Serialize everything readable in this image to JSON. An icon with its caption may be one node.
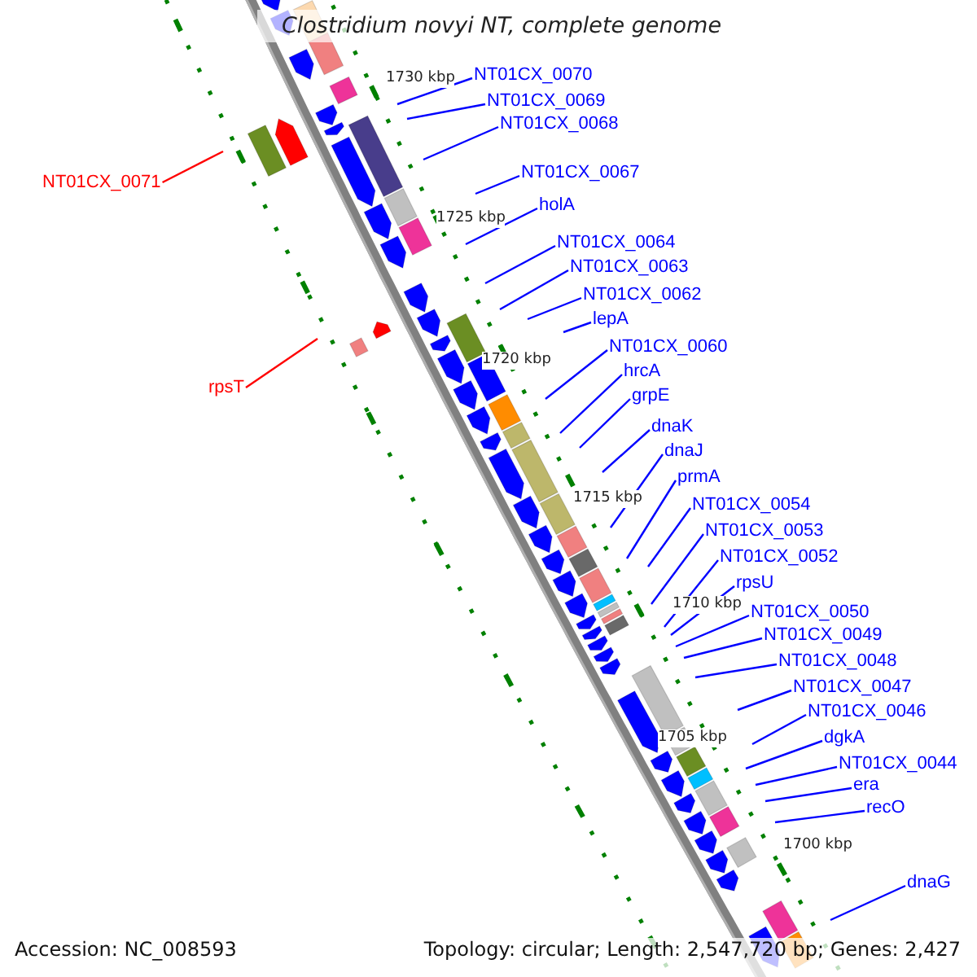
{
  "diagram": {
    "title": "Clostridium novyi NT, complete genome",
    "nodes": [
      {
        "text": [
          "NT01CX_0070"
        ]
      },
      {
        "text": [
          "NT01CX_0069"
        ]
      },
      {
        "text": [
          "NT01CX_0068"
        ]
      },
      {
        "text": [
          "NT01CX_0071"
        ]
      },
      {
        "text": [
          "NT01CX_0067"
        ]
      },
      {
        "text": [
          "holA"
        ]
      },
      {
        "text": [
          "NT01CX_0064"
        ]
      },
      {
        "text": [
          "NT01CX_0063"
        ]
      },
      {
        "text": [
          "NT01CX_0062"
        ]
      },
      {
        "text": [
          "lepA"
        ]
      },
      {
        "text": [
          "rpsT"
        ]
      },
      {
        "text": [
          "NT01CX_0060"
        ]
      },
      {
        "text": [
          "hrcA"
        ]
      },
      {
        "text": [
          "grpE"
        ]
      },
      {
        "text": [
          "dnaK"
        ]
      },
      {
        "text": [
          "dnaJ"
        ]
      },
      {
        "text": [
          "prmA"
        ]
      },
      {
        "text": [
          "NT01CX_0054"
        ]
      },
      {
        "text": [
          "NT01CX_0053"
        ]
      },
      {
        "text": [
          "NT01CX_0052"
        ]
      },
      {
        "text": [
          "rpsU"
        ]
      },
      {
        "text": [
          "NT01CX_0050"
        ]
      },
      {
        "text": [
          "NT01CX_0049"
        ]
      },
      {
        "text": [
          "NT01CX_0048"
        ]
      },
      {
        "text": [
          "NT01CX_0047"
        ]
      },
      {
        "text": [
          "NT01CX_0046"
        ]
      },
      {
        "text": [
          "dgkA"
        ]
      },
      {
        "text": [
          "NT01CX_0044"
        ]
      },
      {
        "text": [
          "era"
        ]
      },
      {
        "text": [
          "recO"
        ]
      },
      {
        "text": [
          "dnaG"
        ]
      }
    ],
    "edges": [
      {
        "from": 0,
        "to": null,
        "arrow": "none"
      },
      {
        "from": 1,
        "to": null,
        "arrow": "none"
      },
      {
        "from": 2,
        "to": null,
        "arrow": "none"
      },
      {
        "from": 3,
        "to": null,
        "arrow": "none",
        "color": "#ff0000"
      },
      {
        "from": 4,
        "to": null,
        "arrow": "none"
      },
      {
        "from": 5,
        "to": null,
        "arrow": "none"
      },
      {
        "from": 6,
        "to": null,
        "arrow": "none"
      },
      {
        "from": 7,
        "to": null,
        "arrow": "none"
      },
      {
        "from": 8,
        "to": null,
        "arrow": "none"
      },
      {
        "from": 9,
        "to": null,
        "arrow": "none"
      },
      {
        "from": 10,
        "to": null,
        "arrow": "none",
        "color": "#ff0000"
      },
      {
        "from": 11,
        "to": null,
        "arrow": "none"
      },
      {
        "from": 12,
        "to": null,
        "arrow": "none"
      },
      {
        "from": 13,
        "to": null,
        "arrow": "none"
      },
      {
        "from": 14,
        "to": null,
        "arrow": "none"
      },
      {
        "from": 15,
        "to": null,
        "arrow": "none"
      },
      {
        "from": 16,
        "to": null,
        "arrow": "none"
      },
      {
        "from": 17,
        "to": null,
        "arrow": "none"
      },
      {
        "from": 18,
        "to": null,
        "arrow": "none"
      },
      {
        "from": 19,
        "to": null,
        "arrow": "none"
      },
      {
        "from": 20,
        "to": null,
        "arrow": "none"
      },
      {
        "from": 21,
        "to": null,
        "arrow": "none"
      },
      {
        "from": 22,
        "to": null,
        "arrow": "none"
      },
      {
        "from": 23,
        "to": null,
        "arrow": "none"
      },
      {
        "from": 24,
        "to": null,
        "arrow": "none"
      },
      {
        "from": 25,
        "to": null,
        "arrow": "none"
      },
      {
        "from": 26,
        "to": null,
        "arrow": "none"
      },
      {
        "from": 27,
        "to": null,
        "arrow": "none"
      },
      {
        "from": 28,
        "to": null,
        "arrow": "none"
      },
      {
        "from": 29,
        "to": null,
        "arrow": "none"
      },
      {
        "from": 30,
        "to": null,
        "arrow": "none"
      }
    ],
    "labels": [
      "1730 kbp",
      "1725 kbp",
      "1720 kbp",
      "1715 kbp",
      "1710 kbp",
      "1705 kbp",
      "1700 kbp",
      "Accession: NC_008593",
      "Topology: circular; Length: 2,547,720 bp; Genes: 2,427"
    ]
  }
}
